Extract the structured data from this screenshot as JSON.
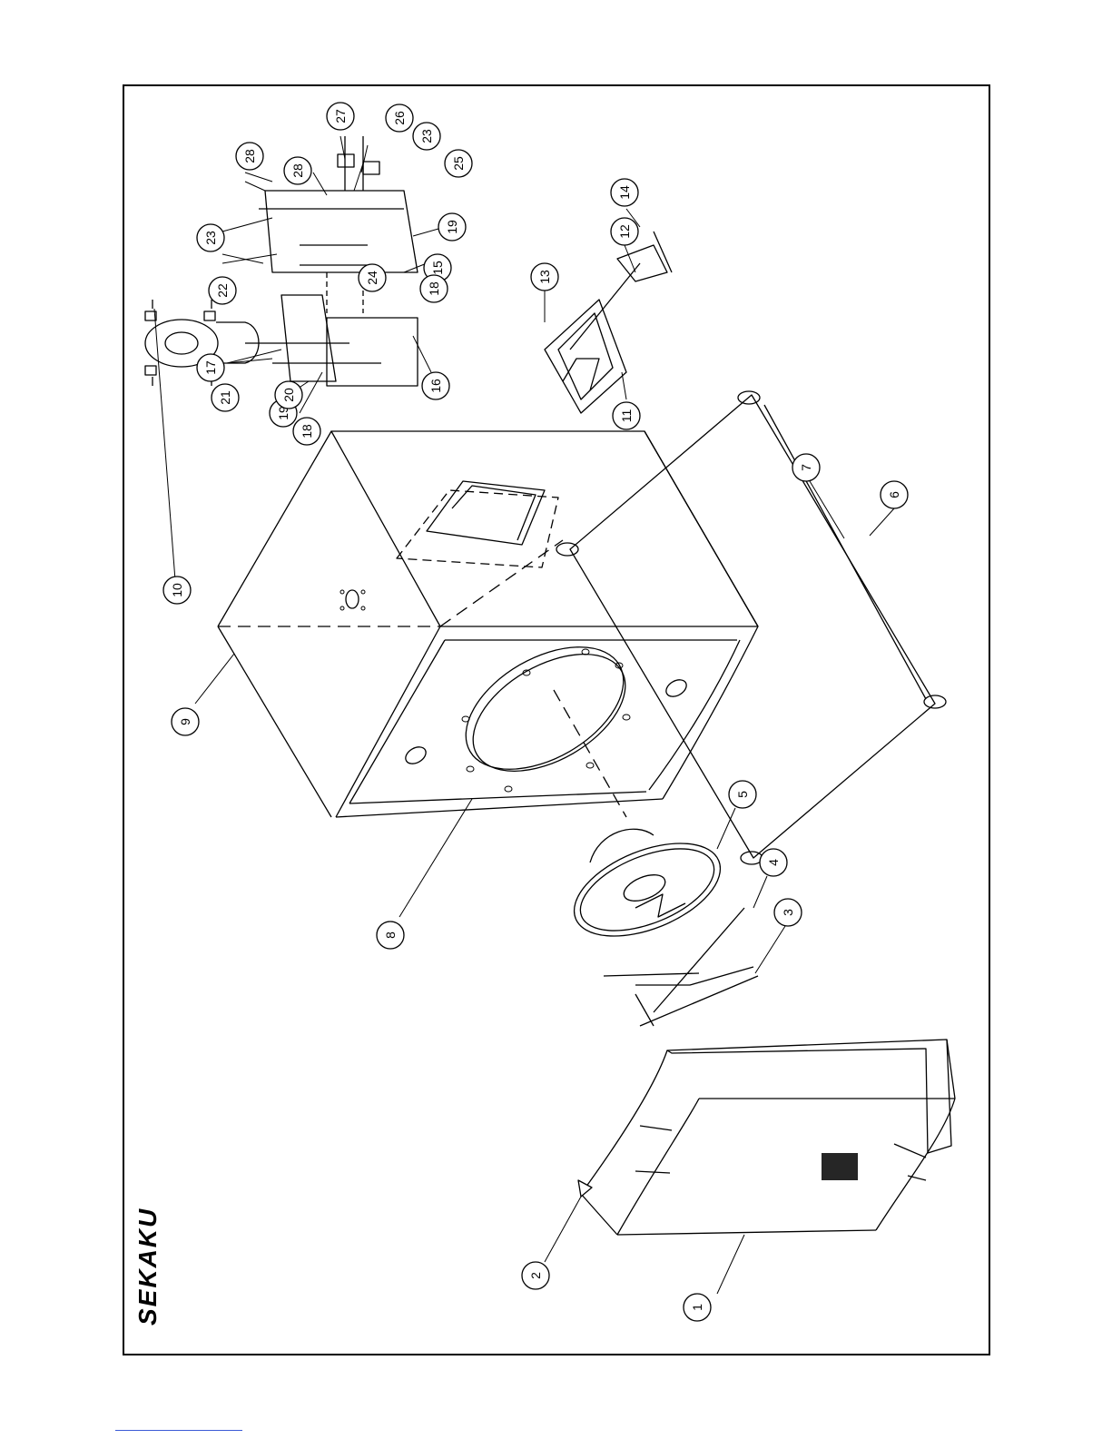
{
  "brand": {
    "name": "SEKAKU"
  },
  "callouts": [
    {
      "id": "1",
      "label": "1"
    },
    {
      "id": "2",
      "label": "2"
    },
    {
      "id": "3",
      "label": "3"
    },
    {
      "id": "4",
      "label": "4"
    },
    {
      "id": "5",
      "label": "5"
    },
    {
      "id": "6",
      "label": "6"
    },
    {
      "id": "7",
      "label": "7"
    },
    {
      "id": "8",
      "label": "8"
    },
    {
      "id": "9",
      "label": "9"
    },
    {
      "id": "10",
      "label": "10"
    },
    {
      "id": "11",
      "label": "11"
    },
    {
      "id": "12",
      "label": "12"
    },
    {
      "id": "13",
      "label": "13"
    },
    {
      "id": "14",
      "label": "14"
    },
    {
      "id": "15",
      "label": "15"
    },
    {
      "id": "16",
      "label": "16"
    },
    {
      "id": "17",
      "label": "17"
    },
    {
      "id": "18a",
      "label": "18"
    },
    {
      "id": "18b",
      "label": "18"
    },
    {
      "id": "19a",
      "label": "19"
    },
    {
      "id": "19b",
      "label": "19"
    },
    {
      "id": "20",
      "label": "20"
    },
    {
      "id": "21",
      "label": "21"
    },
    {
      "id": "22",
      "label": "22"
    },
    {
      "id": "23a",
      "label": "23"
    },
    {
      "id": "23b",
      "label": "23"
    },
    {
      "id": "24",
      "label": "24"
    },
    {
      "id": "25",
      "label": "25"
    },
    {
      "id": "26",
      "label": "26"
    },
    {
      "id": "27",
      "label": "27"
    },
    {
      "id": "28a",
      "label": "28"
    },
    {
      "id": "28b",
      "label": "28"
    }
  ],
  "colors": {
    "ink": "#000000",
    "paper": "#ffffff",
    "footer_rule": "#3b5bd6"
  }
}
